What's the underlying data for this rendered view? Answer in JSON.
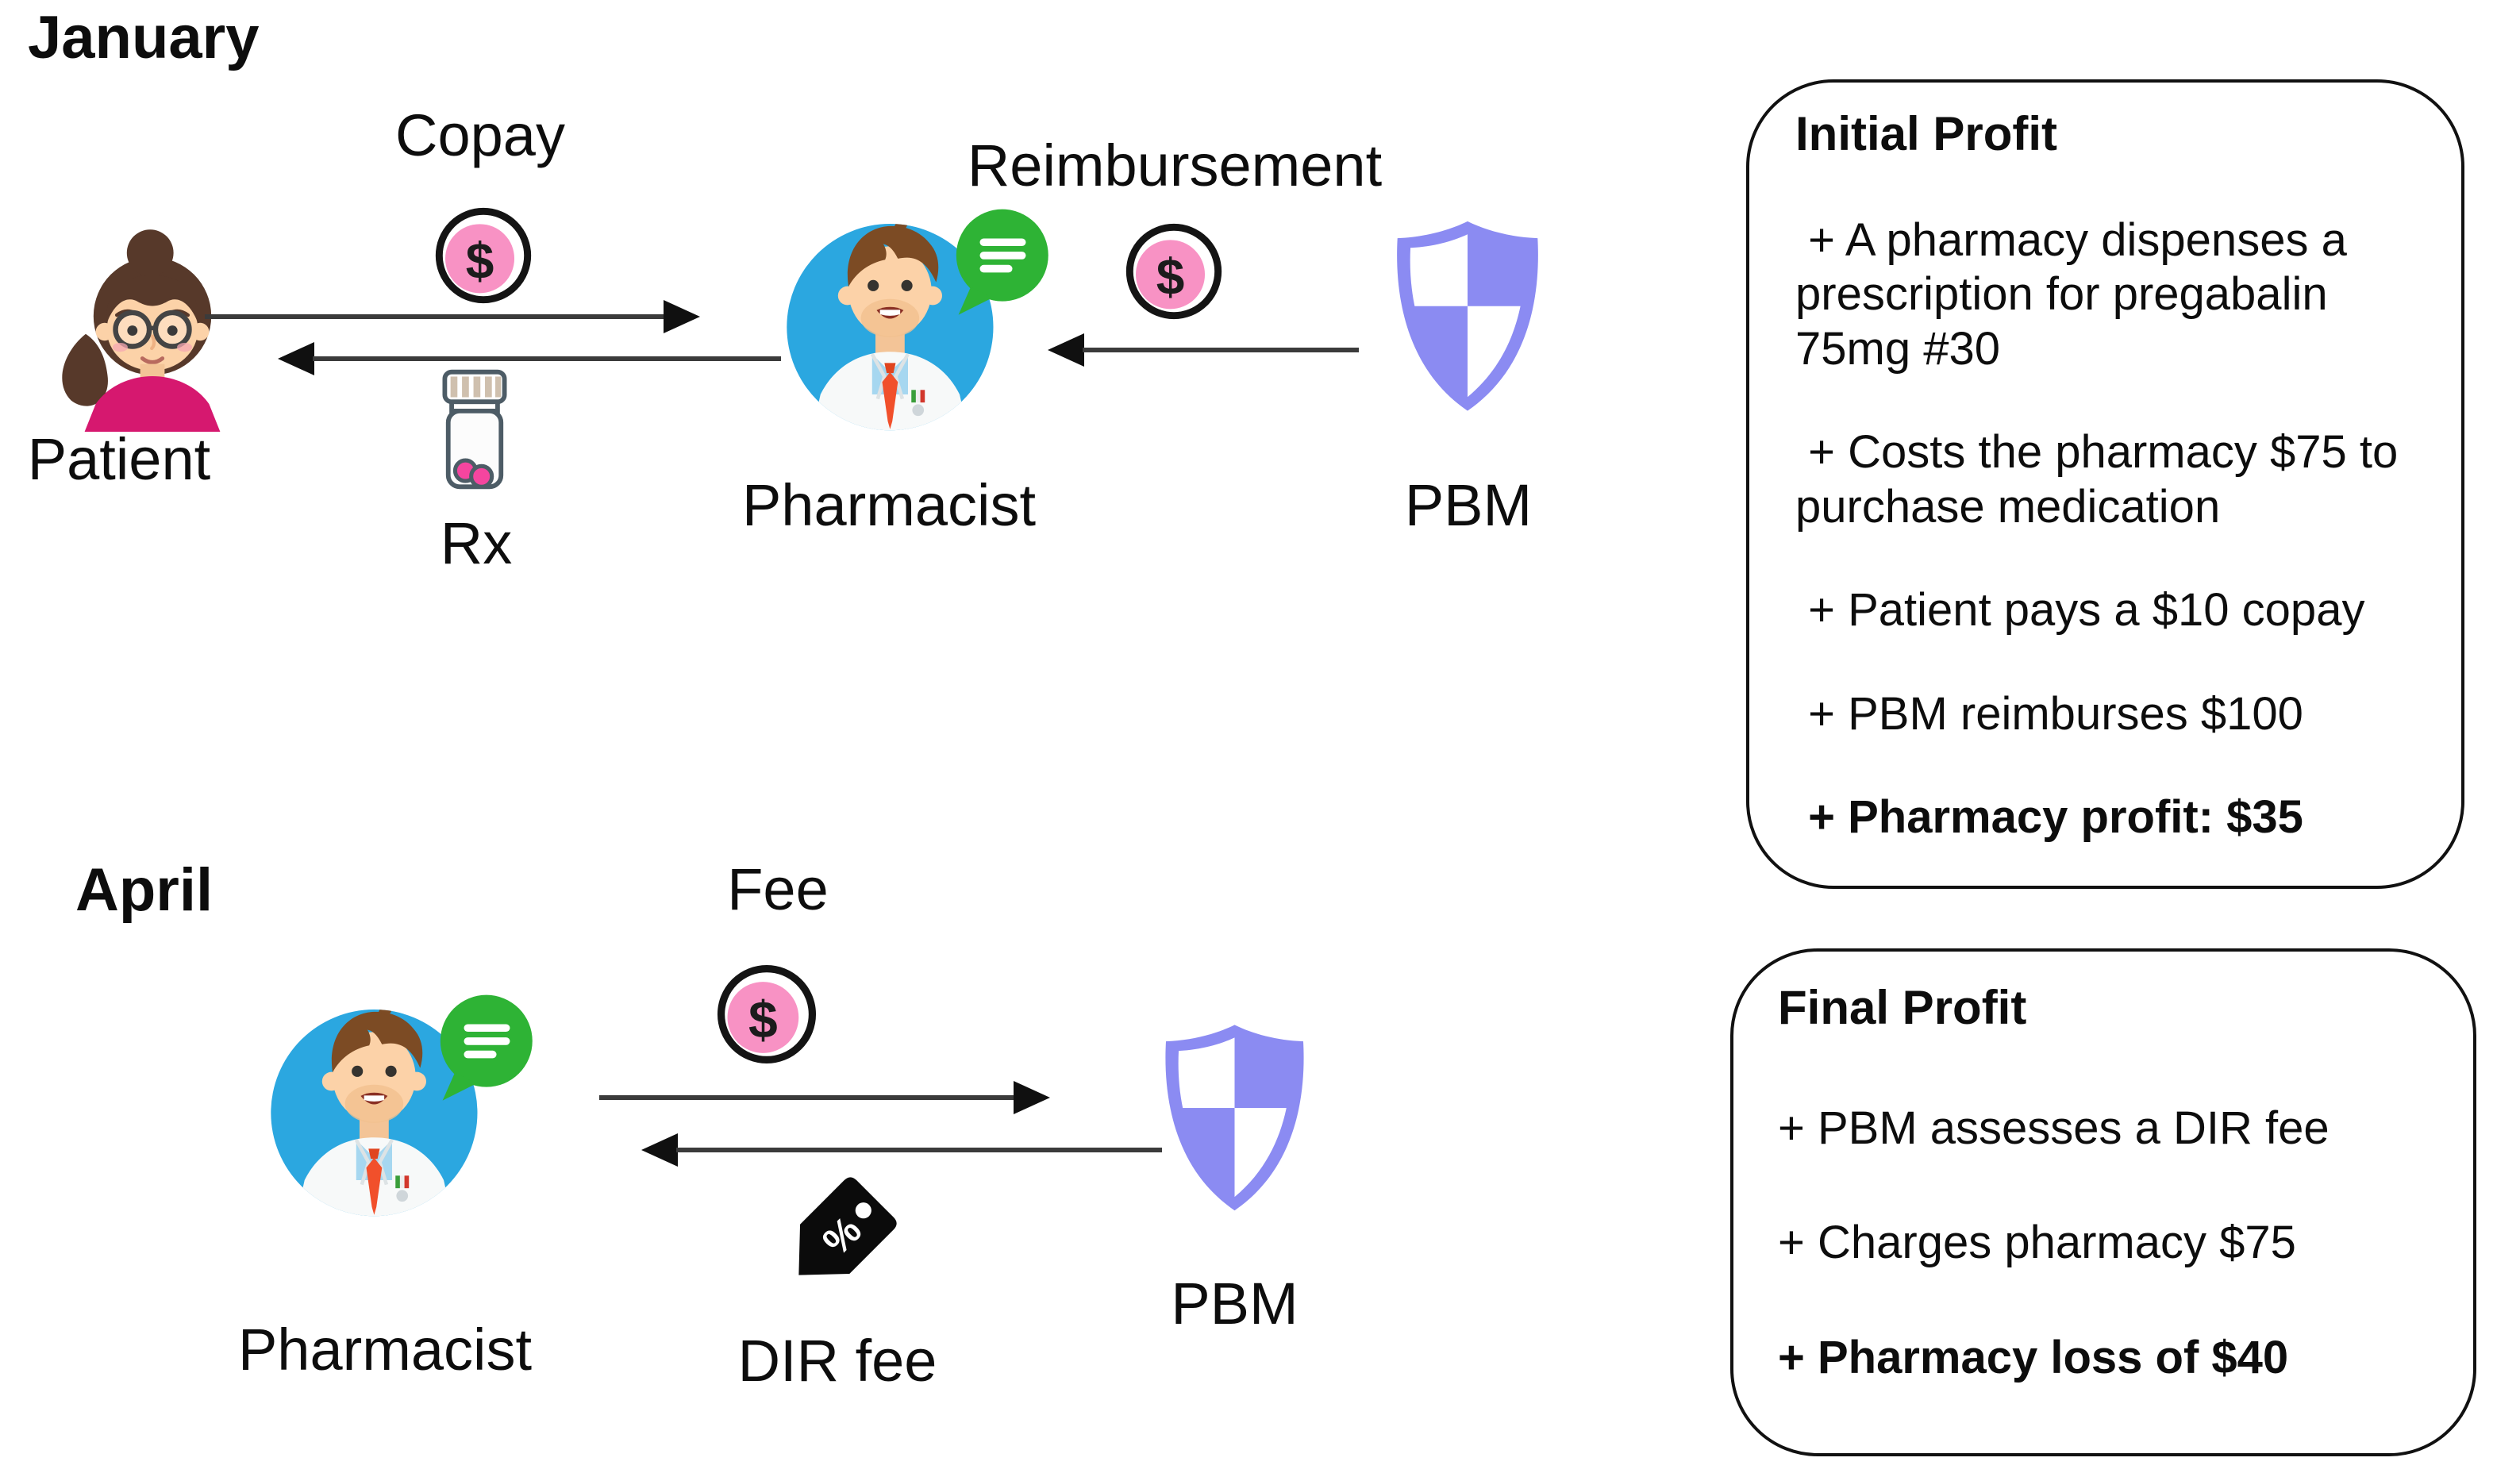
{
  "colors": {
    "coin_pink": "#F892C4",
    "shield_purple": "#8B8BF2",
    "pharmacist_circle_blue": "#2BA7E0",
    "speech_bubble_green": "#2EB335",
    "patient_shirt_magenta": "#D6186F",
    "pill_pink": "#F5459F",
    "bottle_outline": "#4D5C66",
    "tag_black": "#0B0B0B",
    "arrow_gray": "#3B3B3B"
  },
  "glyphs": {
    "dollar": "$",
    "percent": "%"
  },
  "january": {
    "title": "January",
    "copay_label": "Copay",
    "reimbursement_label": "Reimbursement",
    "rx_label": "Rx",
    "patient_label": "Patient",
    "pharmacist_label": "Pharmacist",
    "pbm_label": "PBM"
  },
  "april": {
    "title": "April",
    "fee_label": "Fee",
    "dir_fee_label": "DIR fee",
    "pharmacist_label": "Pharmacist",
    "pbm_label": "PBM"
  },
  "initial_profit": {
    "title": "Initial Profit",
    "items": [
      " + A pharmacy dispenses a prescription for pregabalin 75mg #30",
      " + Costs the pharmacy $75 to purchase medication",
      " + Patient pays a $10 copay",
      " + PBM reimburses $100",
      " + Pharmacy profit: $35"
    ]
  },
  "final_profit": {
    "title": "Final Profit",
    "items": [
      "+ PBM assesses a DIR fee",
      "+ Charges pharmacy $75",
      "+ Pharmacy loss of $40"
    ]
  }
}
